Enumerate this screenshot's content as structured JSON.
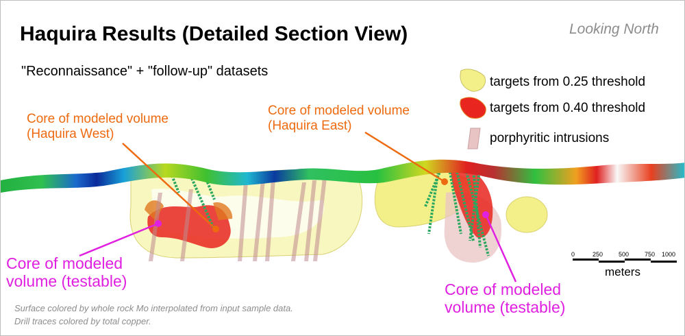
{
  "title": "Haquira Results (Detailed Section View)",
  "view_direction": "Looking North",
  "subtitle": "\"Reconnaissance\" + \"follow-up\" datasets",
  "legend": [
    {
      "label": "targets from 0.25 threshold",
      "color": "#f3f08a"
    },
    {
      "label": "targets from 0.40 threshold",
      "color": "#e8261f"
    },
    {
      "label": "porphyritic intrusions",
      "color": "#e9c4c4"
    }
  ],
  "callouts": {
    "west_core": [
      "Core of modeled volume",
      "(Haquira West)"
    ],
    "east_core": [
      "Core of modeled volume",
      "(Haquira East)"
    ],
    "testable_left": [
      "Core of modeled",
      "volume (testable)"
    ],
    "testable_right": [
      "Core of modeled",
      "volume (testable)"
    ]
  },
  "scale_bar": {
    "ticks": [
      "0",
      "250",
      "500",
      "750",
      "1000"
    ],
    "unit": "meters"
  },
  "notes": [
    "Surface colored by whole rock Mo interpolated from input sample data.",
    "Drill traces colored by total copper."
  ],
  "colors": {
    "orange": "#ee6a10",
    "magenta": "#e020e0"
  }
}
